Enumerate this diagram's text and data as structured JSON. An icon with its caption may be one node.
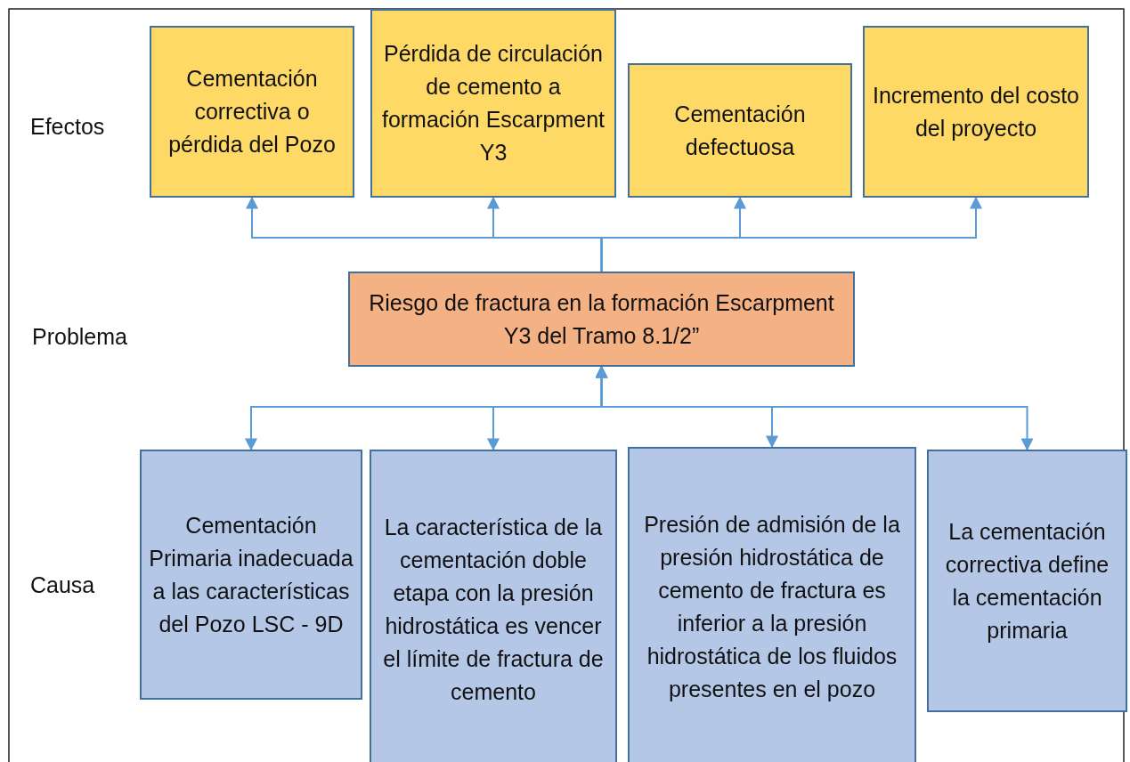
{
  "diagram": {
    "nodes": [
      {
        "text": [
          "Cementación correctiva o pérdida del Pozo"
        ]
      },
      {
        "text": [
          "Pérdida de circulación de cemento a formación Escarpment Y3"
        ]
      },
      {
        "text": [
          "Cementación defectuosa"
        ]
      },
      {
        "text": [
          "Incremento del costo del proyecto"
        ]
      },
      {
        "text": [
          "Riesgo de fractura en la formación Escarpment Y3 del Tramo 8.1/2”"
        ]
      },
      {
        "text": [
          "Cementación Primaria inadecuada a las características del Pozo LSC - 9D"
        ]
      },
      {
        "text": [
          "La característica de la cementación doble etapa con la presión hidrostática es vencer el límite de fractura de cemento"
        ]
      },
      {
        "text": [
          "Presión de admisión de la presión hidrostática de cemento de fractura es inferior a la presión hidrostática de los fluidos presentes en el pozo"
        ]
      },
      {
        "text": [
          "La cementación correctiva define la cementación primaria"
        ]
      }
    ],
    "edges": [
      {
        "from": 4,
        "to": 0,
        "arrow": "to"
      },
      {
        "from": 4,
        "to": 1,
        "arrow": "to"
      },
      {
        "from": 4,
        "to": 2,
        "arrow": "to"
      },
      {
        "from": 4,
        "to": 3,
        "arrow": "to"
      },
      {
        "from": 4,
        "to": 5,
        "arrow": "both"
      },
      {
        "from": 4,
        "to": 6,
        "arrow": "both"
      },
      {
        "from": 4,
        "to": 7,
        "arrow": "both"
      },
      {
        "from": 4,
        "to": 8,
        "arrow": "both"
      }
    ],
    "labels": [
      "Efectos",
      "Problema",
      "Causa"
    ]
  }
}
